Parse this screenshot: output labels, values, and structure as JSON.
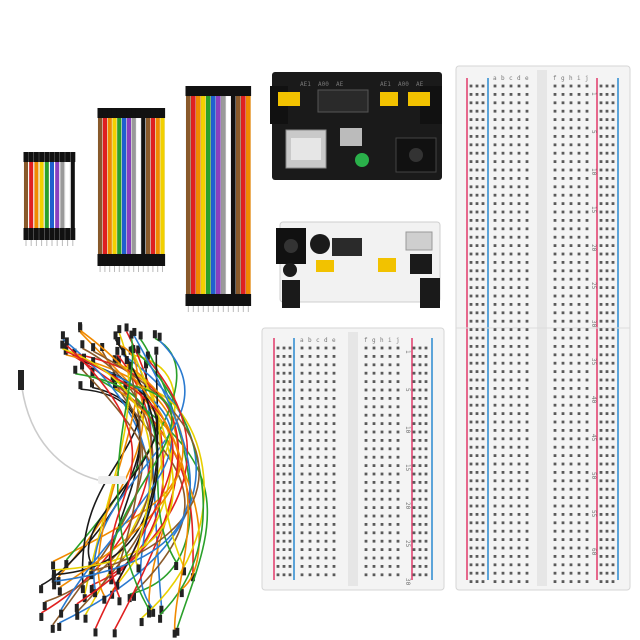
{
  "scene": {
    "background": "#ffffff",
    "wire_colors": [
      "#8a5a2b",
      "#e02020",
      "#f08a00",
      "#f2d000",
      "#2aa02a",
      "#2060d0",
      "#8a3fc0",
      "#9a9a9a",
      "#ffffff",
      "#111111"
    ],
    "jumper_colors": [
      "#f08a00",
      "#e8d000",
      "#2aa02a",
      "#e02020",
      "#1a1a1a",
      "#8a5a2b",
      "#2a7ad0"
    ]
  },
  "power_module_top": {
    "labels": {
      "pin_left": "AE1",
      "pin_mid": "A00",
      "pin_right": "AE",
      "pin_left2": "AE1",
      "pin_mid2": "A00",
      "pin_right2": "AE"
    },
    "pcb_color": "#1a1a1a",
    "jumper_color": "#f2c200"
  },
  "power_module_bottom": {
    "pcb_color": "#f2f2f2",
    "jumper_color": "#f2c200"
  },
  "breadboard_small": {
    "col_letters": [
      "a",
      "b",
      "c",
      "d",
      "e",
      "f",
      "g",
      "h",
      "i",
      "j"
    ],
    "row_numbers": [
      "1",
      "5",
      "10",
      "15",
      "20",
      "25",
      "30"
    ]
  },
  "breadboard_large": {
    "col_letters": [
      "a",
      "b",
      "c",
      "d",
      "e",
      "f",
      "g",
      "h",
      "i",
      "j"
    ],
    "row_numbers": [
      "1",
      "5",
      "10",
      "15",
      "20",
      "25",
      "30",
      "35",
      "40",
      "45",
      "50",
      "55",
      "60"
    ]
  }
}
